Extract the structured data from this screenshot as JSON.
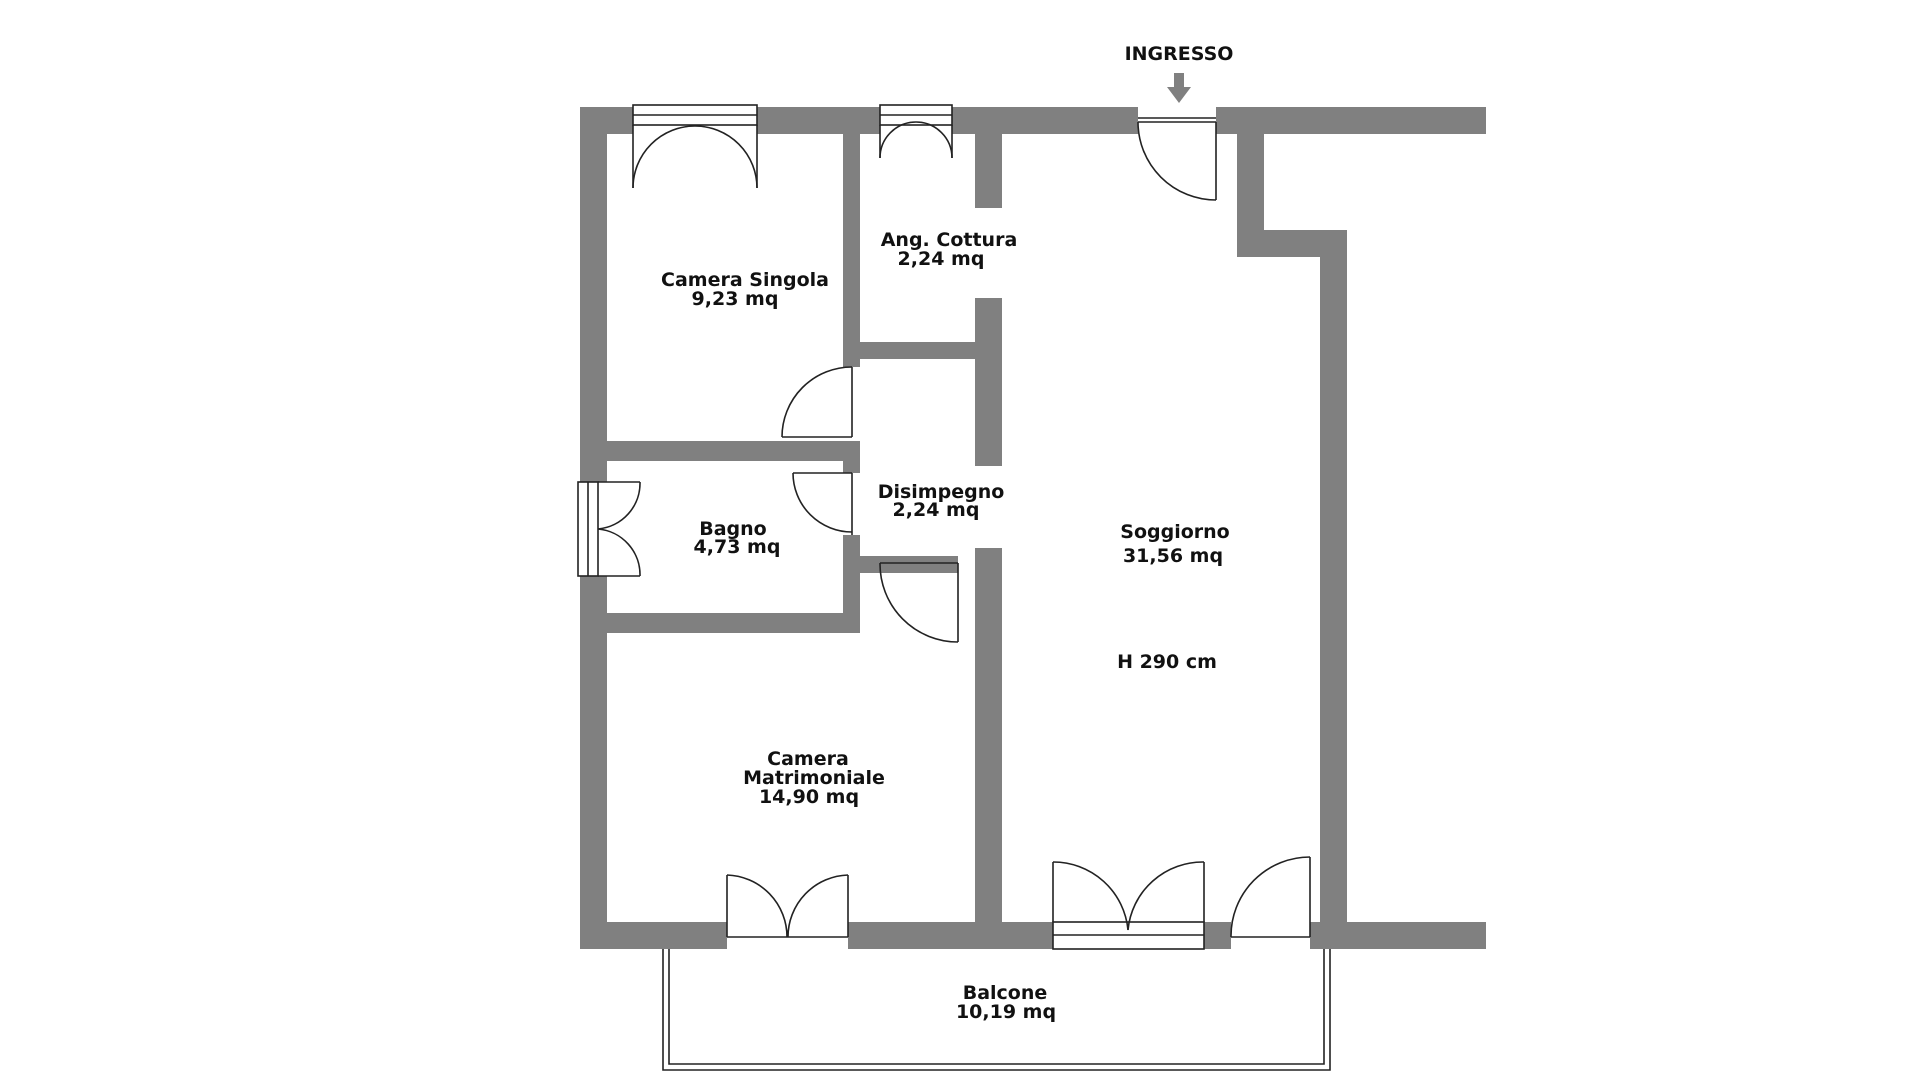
{
  "colors": {
    "wall": "#808080",
    "line": "#222222",
    "text": "#111111",
    "background": "#ffffff"
  },
  "entrance": {
    "label": "INGRESSO",
    "icon": "arrow-down-icon"
  },
  "rooms": {
    "camera_singola": {
      "name": "Camera Singola",
      "area": "9,23 mq"
    },
    "angolo_cottura": {
      "name": "Ang. Cottura",
      "area": "2,24 mq"
    },
    "disimpegno": {
      "name": "Disimpegno",
      "area": "2,24 mq"
    },
    "bagno": {
      "name": "Bagno",
      "area": "4,73 mq"
    },
    "soggiorno": {
      "name": "Soggiorno",
      "area": "31,56 mq"
    },
    "camera_matrimoniale": {
      "name_line1": "Camera",
      "name_line2": "Matrimoniale",
      "area": "14,90 mq"
    },
    "balcone": {
      "name": "Balcone",
      "area": "10,19 mq"
    }
  },
  "ceiling_height": "H 290 cm"
}
